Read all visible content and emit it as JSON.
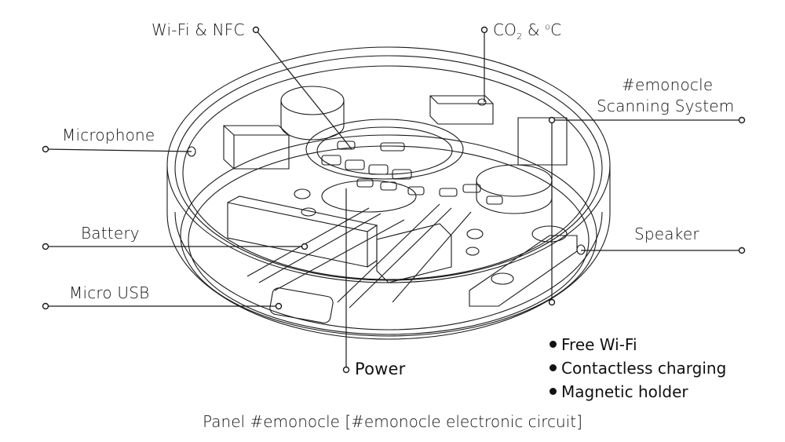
{
  "labels": {
    "wifi_nfc": "Wi-Fi & NFC",
    "co2_prefix": "CO",
    "co2_sub": "2",
    "co2_suffix": " & ",
    "co2_deg": "o",
    "co2_unit": "C",
    "scanning_line1": "#emonocle",
    "scanning_line2": "Scanning System",
    "microphone": "Microphone",
    "battery": "Battery",
    "speaker": "Speaker",
    "micro_usb": "Micro USB",
    "power": "Power"
  },
  "features": [
    "Free Wi-Fi",
    "Contactless charging",
    "Magnetic holder"
  ],
  "caption": "Panel #emonocle [#emonocle electronic circuit]",
  "colors": {
    "line": "#1a1a1a",
    "background": "#ffffff"
  }
}
